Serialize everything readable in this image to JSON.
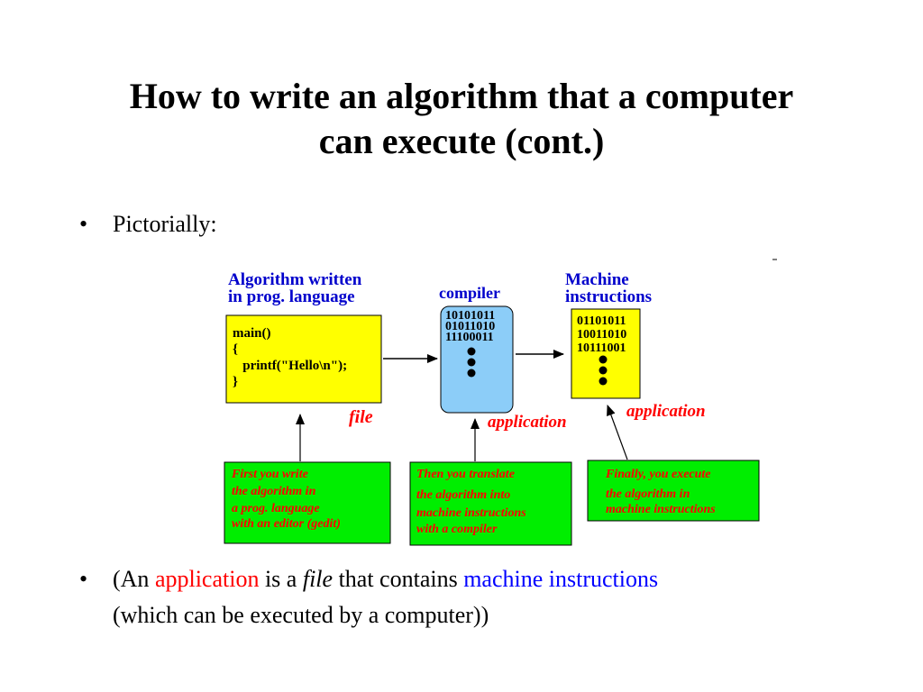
{
  "slide": {
    "title_line1": "How to write an algorithm that a computer",
    "title_line2": "can execute (cont.)",
    "bullet1": "Pictorially:",
    "bullet2": {
      "part1": "(An ",
      "application": "application",
      "part2": " is a ",
      "file": "file",
      "part3": " that contains ",
      "machine_instructions": "machine instructions",
      "line2": "(which can be executed by a computer))"
    }
  },
  "diagram": {
    "algorithm_header": [
      "Algorithm written",
      "in prog. language"
    ],
    "source_code": [
      "main()",
      "{",
      "   printf(\"Hello\\n\");",
      "}"
    ],
    "file_label": "file",
    "compiler_header": "compiler",
    "compiler_bits": [
      "10101011",
      "01011010",
      "11100011"
    ],
    "compiler_app_label": "application",
    "machine_header": [
      "Machine",
      "instructions"
    ],
    "machine_bits": [
      "01101011",
      "10011010",
      "10111001"
    ],
    "machine_app_label": "application",
    "note_write": [
      "First you write",
      "the algorithm in",
      "a prog. language",
      "with an editor (gedit)"
    ],
    "note_translate": [
      "Then you translate",
      "the algorithm into",
      "machine instructions",
      "with a compiler"
    ],
    "note_execute": [
      "Finally, you execute",
      "the algorithm in",
      "machine instructions"
    ],
    "colors": {
      "header_blue": "#0000cc",
      "file_yellow": "#ffff00",
      "compiler_blue": "#8ccdf8",
      "note_green": "#00ee00",
      "label_red": "#ff0000"
    }
  }
}
